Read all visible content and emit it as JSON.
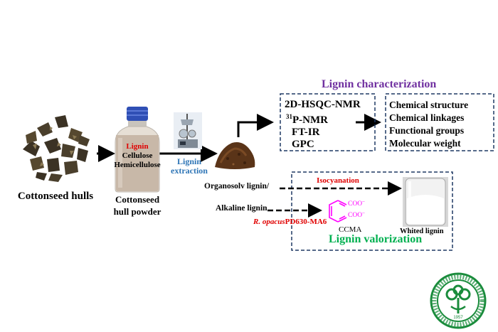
{
  "title": "Lignin characterization",
  "characterization_methods": [
    "2D-HSQC-NMR",
    "P-NMR",
    "FT-IR",
    "GPC"
  ],
  "p_nmr_superscript": "31",
  "characterization_outputs": [
    "Chemical structure",
    "Chemical linkages",
    "Functional groups",
    "Molecular weight"
  ],
  "cottonseed_hulls_label": "Cottonseed hulls",
  "bottle_contents": [
    "Lignin",
    "Cellulose",
    "Hemicellulose"
  ],
  "hull_powder_label": [
    "Cottonseed",
    "hull powder"
  ],
  "extraction_label": [
    "Lignin",
    "extraction"
  ],
  "organosolv_label": "Organosolv lignin/",
  "alkaline_label": "Alkaline lignin",
  "isocyanation_label": "Isocyanation",
  "strain_label_italic": "R. opacus",
  "strain_label_plain": "PD630-MA6",
  "ccma_label": "CCMA",
  "coo_label": "COO",
  "whited_lignin_label": "Whited lignin",
  "valorization_title": "Lignin valorization",
  "colors": {
    "characterization_title": "#7030a0",
    "valorization_title": "#00b050",
    "extraction": "#2e75b6",
    "red_text": "#e00000",
    "ccma": "#ff00ff",
    "box_border": "#1f3864",
    "logo_green": "#1a8c3c"
  },
  "icons": [
    "cottonseed-hulls-photo",
    "reagent-bottle",
    "extraction-apparatus",
    "lignin-powder",
    "whited-lignin-vial",
    "institute-logo"
  ]
}
